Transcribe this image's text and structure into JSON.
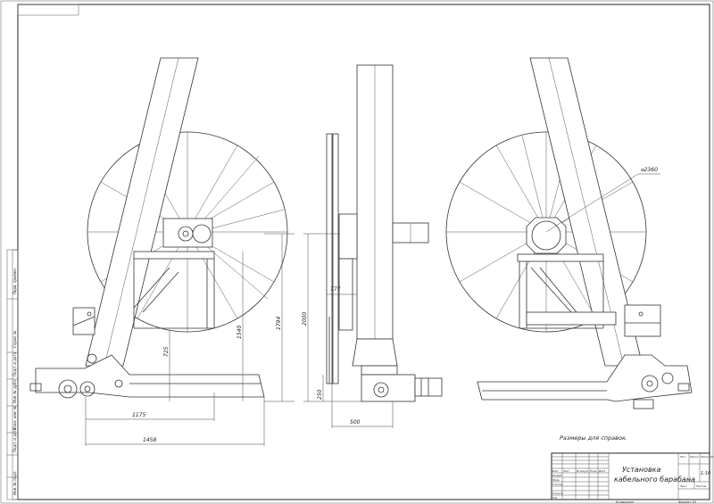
{
  "drawing": {
    "title_line1": "Установка",
    "title_line2": "кабельного барабана",
    "note": "Размеры для справок.",
    "scale": "1:10",
    "copied": "Копировал",
    "format": "Формат А3",
    "col_lit": "Лит.",
    "col_mass": "Масса",
    "col_scale": "Масштаб",
    "col_sheet": "Лист",
    "col_sheets": "Листов",
    "tb_rows": [
      "Изм.",
      "Лист",
      "№ докум.",
      "Подп.",
      "Дата",
      "Разраб.",
      "Пров.",
      "Т.контр.",
      "Н.контр.",
      "Утв."
    ],
    "side_labels": [
      "Перв. примен.",
      "Справ. №",
      "Подп. и дата",
      "Инв. № дубл.",
      "Взам. инв. №",
      "Подп. и дата",
      "Инв. № подл."
    ]
  },
  "dimensions": {
    "d1175": "1175",
    "d1458": "1458",
    "d725": "725",
    "d1540": "1540",
    "d1794": "1794",
    "d2000": "2000",
    "d777": "777",
    "d250": "250",
    "d500": "500",
    "d2360": "⌀2360"
  }
}
